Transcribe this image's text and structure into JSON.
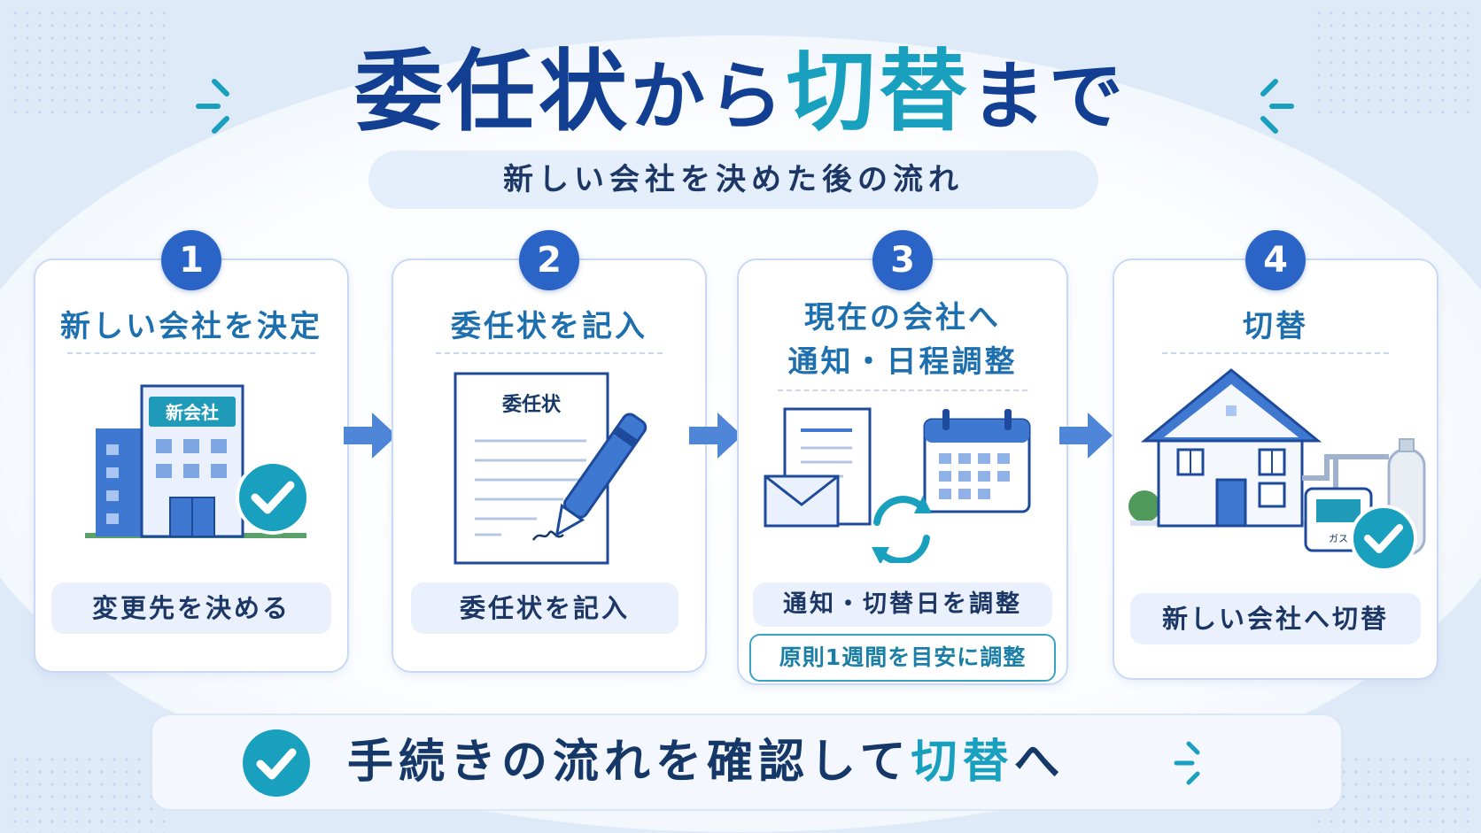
{
  "title": {
    "part1": "委任状",
    "part2": "から",
    "part3": "切替",
    "part4": "まで"
  },
  "subtitle": "新しい会社を決めた後の流れ",
  "steps": [
    {
      "number": "1",
      "title": "新しい会社を決定",
      "building_sign": "新会社",
      "pill": "変更先を決める"
    },
    {
      "number": "2",
      "title": "委任状を記入",
      "document_title": "委任状",
      "pill": "委任状を記入"
    },
    {
      "number": "3",
      "title_line1": "現在の会社へ",
      "title_line2": "通知・日程調整",
      "pill": "通知・切替日を調整",
      "note": "原則1週間を目安に調整"
    },
    {
      "number": "4",
      "title": "切替",
      "meter_label": "ガス",
      "pill": "新しい会社へ切替"
    }
  ],
  "bottom": {
    "text_main": "手続きの流れを確認して",
    "text_highlight": "切替",
    "text_end": "へ"
  },
  "colors": {
    "navy": "#123f92",
    "teal": "#1aa0bf",
    "blue": "#2a64c6",
    "card_border": "#c9d9f3",
    "pill_bg": "#eaf1fc"
  },
  "icons": [
    "check-icon",
    "arrow-right-icon",
    "building-icon",
    "document-icon",
    "pen-icon",
    "envelope-icon",
    "calendar-icon",
    "refresh-icon",
    "house-icon",
    "gas-meter-icon",
    "gas-cylinder-icon",
    "burst-icon"
  ]
}
